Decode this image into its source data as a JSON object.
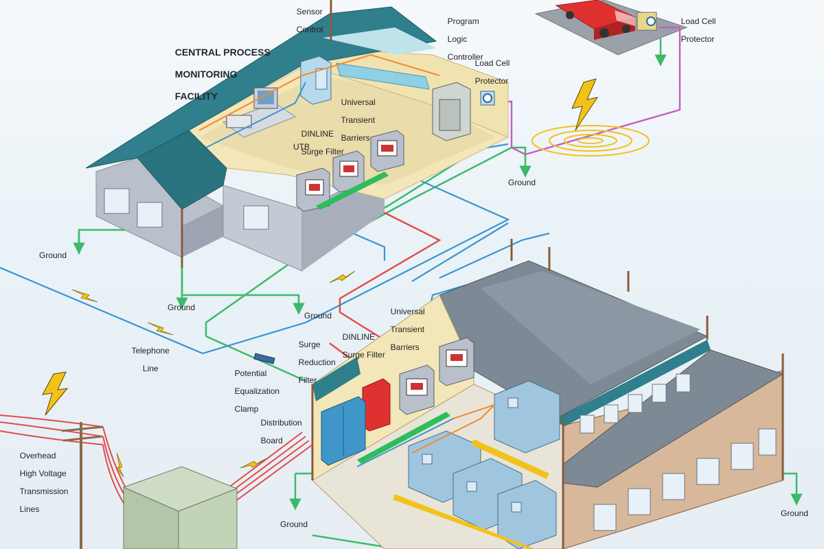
{
  "facility_title": [
    "CENTRAL PROCESS",
    "MONITORING",
    "FACILITY"
  ],
  "labels": {
    "sensor_control": [
      "Sensor",
      "Control"
    ],
    "plc": [
      "Program",
      "Logic",
      "Controller"
    ],
    "load_cell_protector_top": [
      "Load Cell",
      "Protector"
    ],
    "load_cell_protector_mid": [
      "Load Cell",
      "Protector"
    ],
    "utb_upper": [
      "Universal",
      "Transient",
      "Barriers"
    ],
    "dinline_upper": [
      "DINLINE",
      "Surge Filter"
    ],
    "utb_short": "UTB",
    "ground_lightning": "Ground",
    "ground_left": "Ground",
    "ground_house_center": "Ground",
    "ground_center": "Ground",
    "telephone_line": [
      "Telephone",
      "Line"
    ],
    "potential_equalization_clamp": [
      "Potential",
      "Equalization",
      "Clamp"
    ],
    "utb_lower": [
      "Universal",
      "Transient",
      "Barriers"
    ],
    "dinline_lower": [
      "DINLINE",
      "Surge Filter"
    ],
    "surge_reduction_filter": [
      "Surge",
      "Reduction",
      "Filter"
    ],
    "distribution_board": [
      "Distribution",
      "Board"
    ],
    "overhead_lines": [
      "Overhead",
      "High Voltage",
      "Transmission",
      "Lines"
    ],
    "ground_bottom_left": "Ground",
    "ground_bottom_right": "Ground"
  },
  "colors": {
    "roof": "#2f7f8c",
    "wall_light": "#f3e6b8",
    "wall_grey": "#b9c0cc",
    "ground_wire": "#3cb96a",
    "signal_wire": "#3a94d0",
    "power_wire": "#e24a4a",
    "orange_wire": "#f08a30",
    "magenta_wire": "#c45cc0",
    "lightning": "#f2c21b",
    "truck": "#e03131",
    "brown": "#8a5a3a"
  },
  "icons": [
    "lightning-bolt-icon",
    "ground-arrow-icon",
    "truck-icon",
    "equipment-cabinet-icon"
  ]
}
